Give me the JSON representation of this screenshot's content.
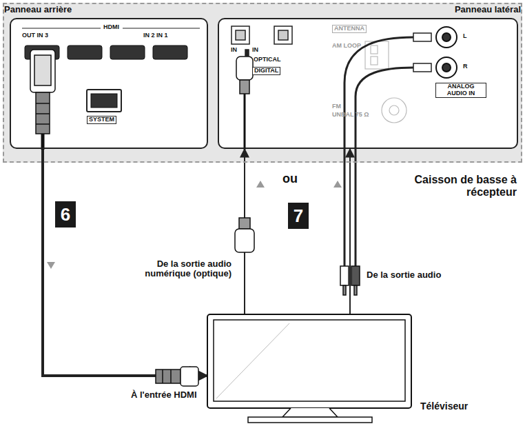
{
  "diagram": {
    "nodes": [
      {
        "text": [
          "Caisson de basse à récepteur"
        ]
      },
      {
        "text": [
          "Panneau arrière"
        ],
        "in": 0
      },
      {
        "text": [
          "Panneau latéral"
        ],
        "in": 0
      },
      {
        "text": [
          "Téléviseur"
        ]
      }
    ],
    "edges": [
      {
        "from": 1,
        "to": 3,
        "arrow": "to"
      },
      {
        "from": 3,
        "to": 2,
        "arrow": "to"
      },
      {
        "from": 3,
        "to": 2,
        "arrow": "to"
      }
    ],
    "labels": [
      "HDMI",
      "OUT IN 3",
      "IN 2 IN 1",
      "SYSTEM",
      "IN",
      "IN",
      "OPTICAL",
      "DIGITAL",
      "ANTENNA",
      "AM LOOP",
      "FM",
      "UNBAL 75 Ω",
      "L",
      "R",
      "ANALOG AUDIO IN",
      "ou",
      "6",
      "7",
      "De la sortie audio numérique (optique)",
      "De la sortie audio",
      "À l'entrée HDMI"
    ]
  }
}
